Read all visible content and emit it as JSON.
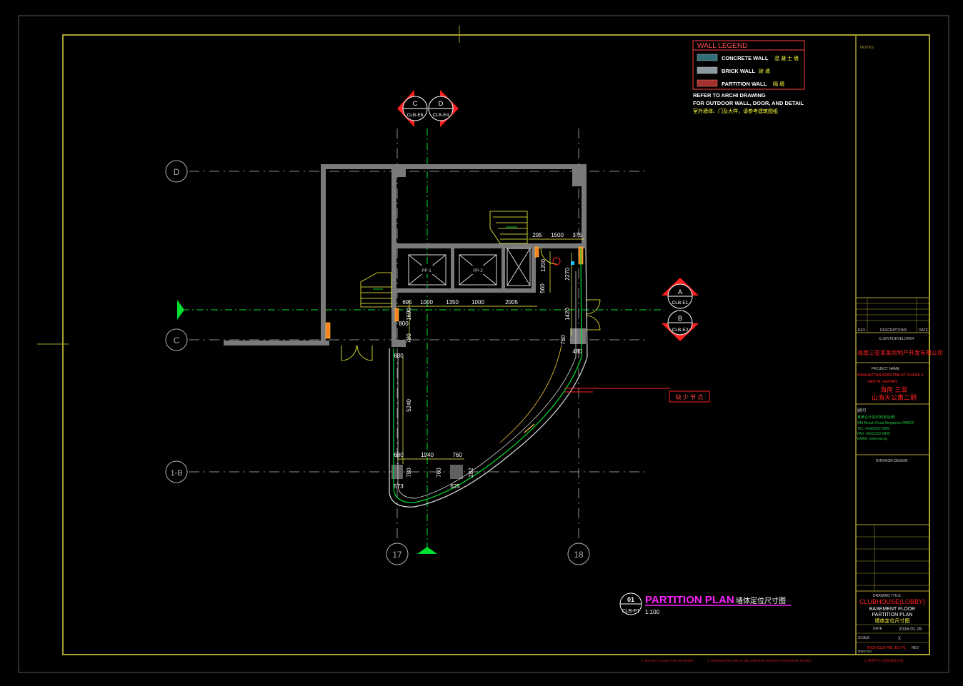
{
  "legend": {
    "title": "WALL  LEGEND",
    "items": [
      {
        "label": "CONCRETE WALL",
        "cn": "混 凝 土 墙",
        "color": "#2e6f78"
      },
      {
        "label": "BRICK WALL",
        "cn": "砖 墙",
        "color": "#8a9aa0"
      },
      {
        "label": "PARTITION WALL",
        "cn": "隔 墙",
        "color": "#a03030"
      }
    ],
    "note1": "REFER TO ARCHI DRAWING",
    "note2": "FOR OUTDOOR WALL, DOOR, AND DETAIL",
    "note3": "室外墙体、门及大样，请参考建筑图纸"
  },
  "grid": {
    "rows": [
      "D",
      "C",
      "1-B"
    ],
    "cols": [
      "17",
      "18"
    ]
  },
  "sections": {
    "top": [
      {
        "letter": "C",
        "ref": "CLB-E6"
      },
      {
        "letter": "D",
        "ref": "CLB-E4"
      }
    ],
    "right": [
      {
        "letter": "A",
        "ref": "CLB-E1"
      },
      {
        "letter": "B",
        "ref": "CLB-E2"
      }
    ]
  },
  "dims": {
    "top_row": [
      "295",
      "1500",
      "375"
    ],
    "v_right": [
      "1200",
      "2270",
      "1420",
      "760"
    ],
    "v_mid": [
      "560"
    ],
    "h_row": [
      "695",
      "1000",
      "1350",
      "1000",
      "2005"
    ],
    "v_left": [
      "1690",
      "780",
      "5240",
      "780"
    ],
    "h_left": [
      "800",
      "680"
    ],
    "bottom_row": [
      "680",
      "1940",
      "760"
    ],
    "bottom_misc": [
      "760",
      "282",
      "573",
      "625",
      "480"
    ]
  },
  "lift_labels": [
    "PP-1",
    "PP-2"
  ],
  "callout": "缺 少 节 点",
  "title_block_drawing": {
    "num": "01",
    "ref": "CLB-P1",
    "title": "PARTITION PLAN",
    "cn": "墙体定位尺寸图",
    "scale": "1:100"
  },
  "sidebar": {
    "notes_label": "NOTES",
    "rev_headers": [
      "REV",
      "DESCRIPTIONS",
      "DATE"
    ],
    "client_label": "CLIENT/DEVELOPER",
    "client_name": "海南三亚某某房地产开发有限公司",
    "project_label": "PROJECT NAME",
    "project_name1": "MANHATTAN APARTMENT PHASE II",
    "project_name2": "SANYA, HAINAN",
    "project_cn1": "海南 三亚",
    "project_cn2": "山海天公寓二期",
    "consultant_label": "顾问",
    "consultant_lines": [
      "某某设计事务所(新加坡)",
      "549 Beach Road Singapore 049822",
      "TEL    +6562222 6800",
      "FAX    +6562222 6805",
      "EMAIL  www.ww.sg"
    ],
    "design_label": "INTERIOR DESIGN",
    "drawing_title_label": "DRAWING TITLE",
    "drawing_title": "CLUBHOUSE(LOBBY)",
    "drawing_sub1": "BASEMENT FLOOR",
    "drawing_sub2": "PARTITION PLAN",
    "drawing_sub_cn": "墙体定位尺寸图",
    "date_label": "DATE",
    "date": "2016.01.25",
    "scale_label": "SCALE",
    "scale_val": "X",
    "drawing_no_label": "DWG NO.",
    "drawing_no": "MCA-CLB-PBL-B1-P1",
    "rev_label": "REV"
  },
  "footer_notes": [
    "1. DO NOT SCALE THIS DRAWING",
    "2. DIMENSIONS ARE IN MILLIMETERS UNLESS OTHERWISE NOTED",
    "3. 所有尺寸以现场复核为准"
  ],
  "colors": {
    "frame": "#a8a030",
    "outer": "#606060",
    "wall": "#7a7a7a",
    "grid": "#b0b0b0",
    "dim": "#ffff00",
    "center": "#00ff33",
    "red": "#ff2020",
    "magenta": "#ff20ff"
  }
}
